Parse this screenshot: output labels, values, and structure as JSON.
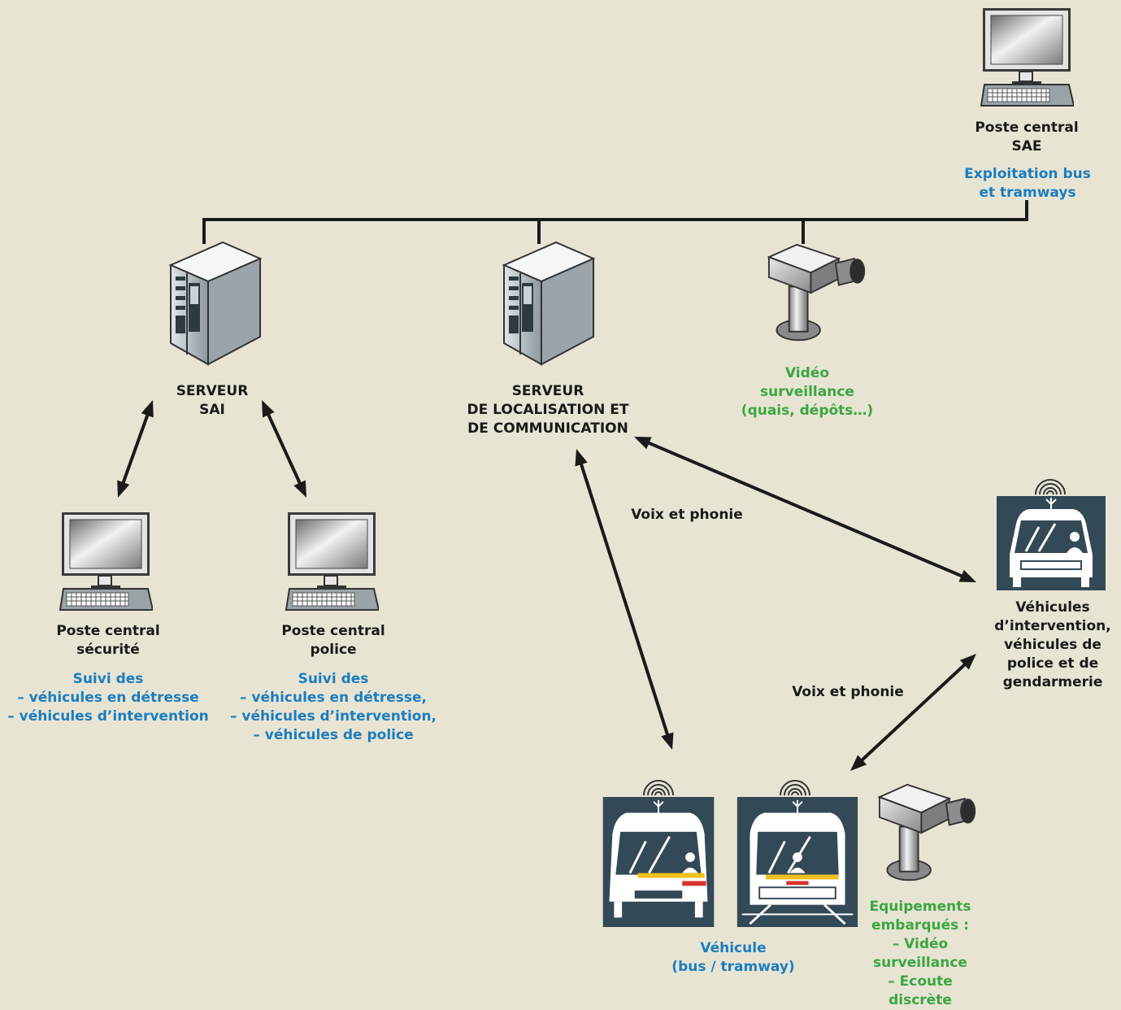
{
  "colors": {
    "background": "#e8e4d4",
    "line": "#1a1a1a",
    "blue_text": "#1b7dc0",
    "green_text": "#3aa641",
    "vehicle_panel": "#344956"
  },
  "nodes": {
    "poste_sae": {
      "icon": "computer-icon",
      "title": [
        "Poste central",
        "SAE"
      ],
      "desc": [
        "Exploitation bus",
        "et tramways"
      ]
    },
    "serveur_sai": {
      "icon": "server-icon",
      "title": [
        "SERVEUR",
        "SAI"
      ]
    },
    "serveur_loc": {
      "icon": "server-icon",
      "title": [
        "SERVEUR",
        "DE LOCALISATION ET",
        "DE COMMUNICATION"
      ]
    },
    "video": {
      "icon": "camera-icon",
      "title": [
        "Vidéo",
        "surveillance",
        "(quais, dépôts…)"
      ]
    },
    "poste_securite": {
      "icon": "computer-icon",
      "title": [
        "Poste central",
        "sécurité"
      ],
      "desc": [
        "Suivi des",
        "– véhicules en détresse",
        "– véhicules d’intervention"
      ]
    },
    "poste_police": {
      "icon": "computer-icon",
      "title": [
        "Poste central",
        "police"
      ],
      "desc": [
        "Suivi des",
        "– véhicules en détresse,",
        "– véhicules d’intervention,",
        "– véhicules de police"
      ]
    },
    "vehicules_intervention": {
      "icon": "car-icon",
      "title": [
        "Véhicules",
        "d’intervention,",
        "véhicules de",
        "police et de",
        "gendarmerie"
      ]
    },
    "vehicule": {
      "icons": [
        "bus-icon",
        "tram-icon"
      ],
      "title": [
        "Véhicule",
        "(bus / tramway)"
      ]
    },
    "equipements": {
      "icon": "camera-icon",
      "title": [
        "Equipements",
        "embarqués :",
        "– Vidéo",
        "surveillance",
        "– Ecoute",
        "discrète"
      ]
    }
  },
  "edges": {
    "voix_1": "Voix et phonie",
    "voix_2": "Voix et phonie"
  }
}
